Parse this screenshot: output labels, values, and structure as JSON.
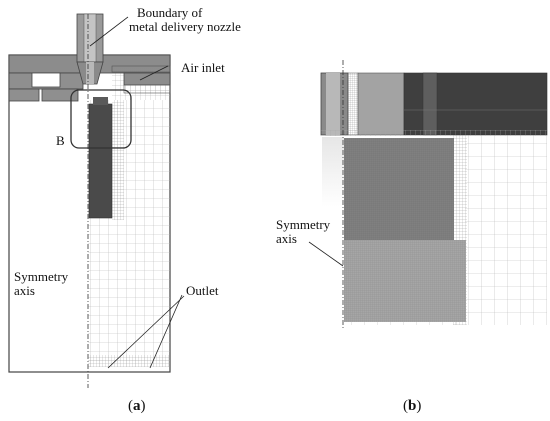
{
  "labels": {
    "nozzle_line1": "Boundary of",
    "nozzle_line2": "metal delivery nozzle",
    "air_inlet": "Air inlet",
    "detail_marker": "B",
    "symmetry_a_line1": "Symmetry",
    "symmetry_a_line2": "axis",
    "outlet": "Outlet",
    "symmetry_b_line1": "Symmetry",
    "symmetry_b_line2": "axis"
  },
  "captions": {
    "a": "a",
    "b": "b"
  },
  "colors": {
    "solid_dark": "#4a4a4a",
    "solid_mid": "#7a7a7a",
    "housing": "#8c8c8c",
    "mesh_line": "#b5b5b5",
    "mesh_dense": "#9a9a9a",
    "outline": "#333333"
  }
}
